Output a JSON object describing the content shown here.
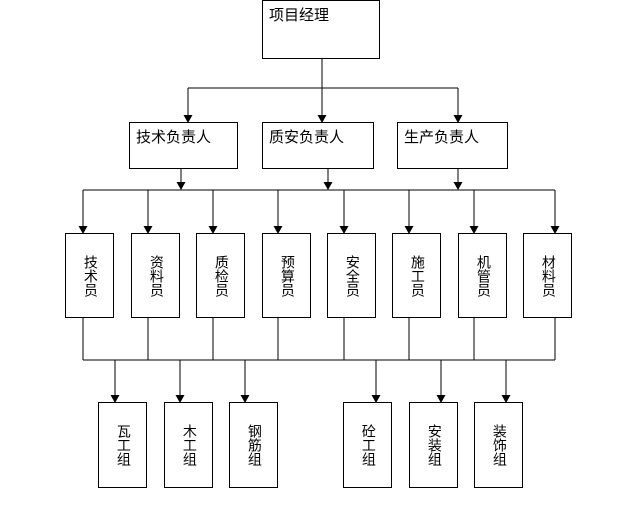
{
  "top": {
    "label": "项目经理"
  },
  "managers": [
    {
      "label": "技术负责人"
    },
    {
      "label": "质安负责人"
    },
    {
      "label": "生产负责人"
    }
  ],
  "staff": [
    {
      "label": "技术员"
    },
    {
      "label": "资料员"
    },
    {
      "label": "质检员"
    },
    {
      "label": "预算员"
    },
    {
      "label": "安全员"
    },
    {
      "label": "施工员"
    },
    {
      "label": "机管员"
    },
    {
      "label": "材料员"
    }
  ],
  "teams": [
    {
      "label": "瓦工组"
    },
    {
      "label": "木工组"
    },
    {
      "label": "钢筋组"
    },
    {
      "label": "砼工组"
    },
    {
      "label": "安装组"
    },
    {
      "label": "装饰组"
    }
  ]
}
